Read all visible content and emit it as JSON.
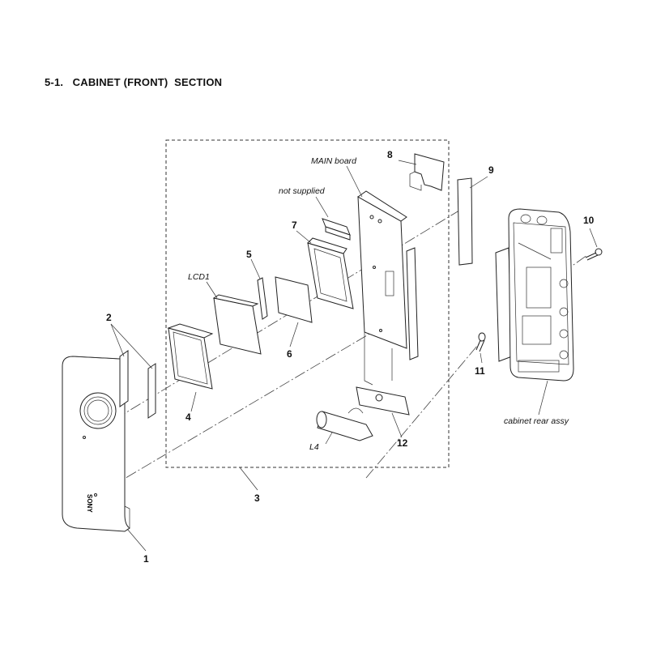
{
  "page": {
    "title": "5-1.   CABINET (FRONT)  SECTION"
  },
  "parts": {
    "p1": "1",
    "p2": "2",
    "p3": "3",
    "p4": "4",
    "p5": "5",
    "p6": "6",
    "p7": "7",
    "p8": "8",
    "p9": "9",
    "p10": "10",
    "p11": "11",
    "p12": "12"
  },
  "labels": {
    "main_board": "MAIN board",
    "not_supplied": "not supplied",
    "lcd1": "LCD1",
    "l4": "L4",
    "cabinet_rear": "cabinet rear assy",
    "logo": "SONY"
  }
}
